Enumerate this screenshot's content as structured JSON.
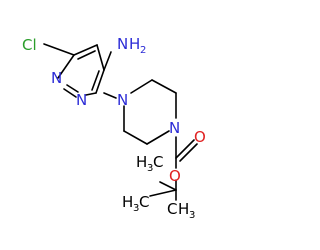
{
  "colors": {
    "bond": "#000000",
    "nitrogen": "#2b2bd6",
    "oxygen": "#e02020",
    "chlorine": "#2a9d2a",
    "carbon": "#000000"
  },
  "labels": {
    "cl": "Cl",
    "amine_n": "N",
    "amine_h": "H",
    "amine_sub": "2",
    "ring_n1": "N",
    "ring_n2": "N",
    "pip_n1": "N",
    "pip_n2": "N",
    "carbonyl_o": "O",
    "ester_o": "O",
    "methyl_top_h": "H",
    "methyl_top_sub": "3",
    "methyl_top_c": "C",
    "methyl_left_h": "H",
    "methyl_left_sub": "3",
    "methyl_left_c": "C",
    "methyl_right_c": "C",
    "methyl_right_h": "H",
    "methyl_right_sub": "3"
  }
}
